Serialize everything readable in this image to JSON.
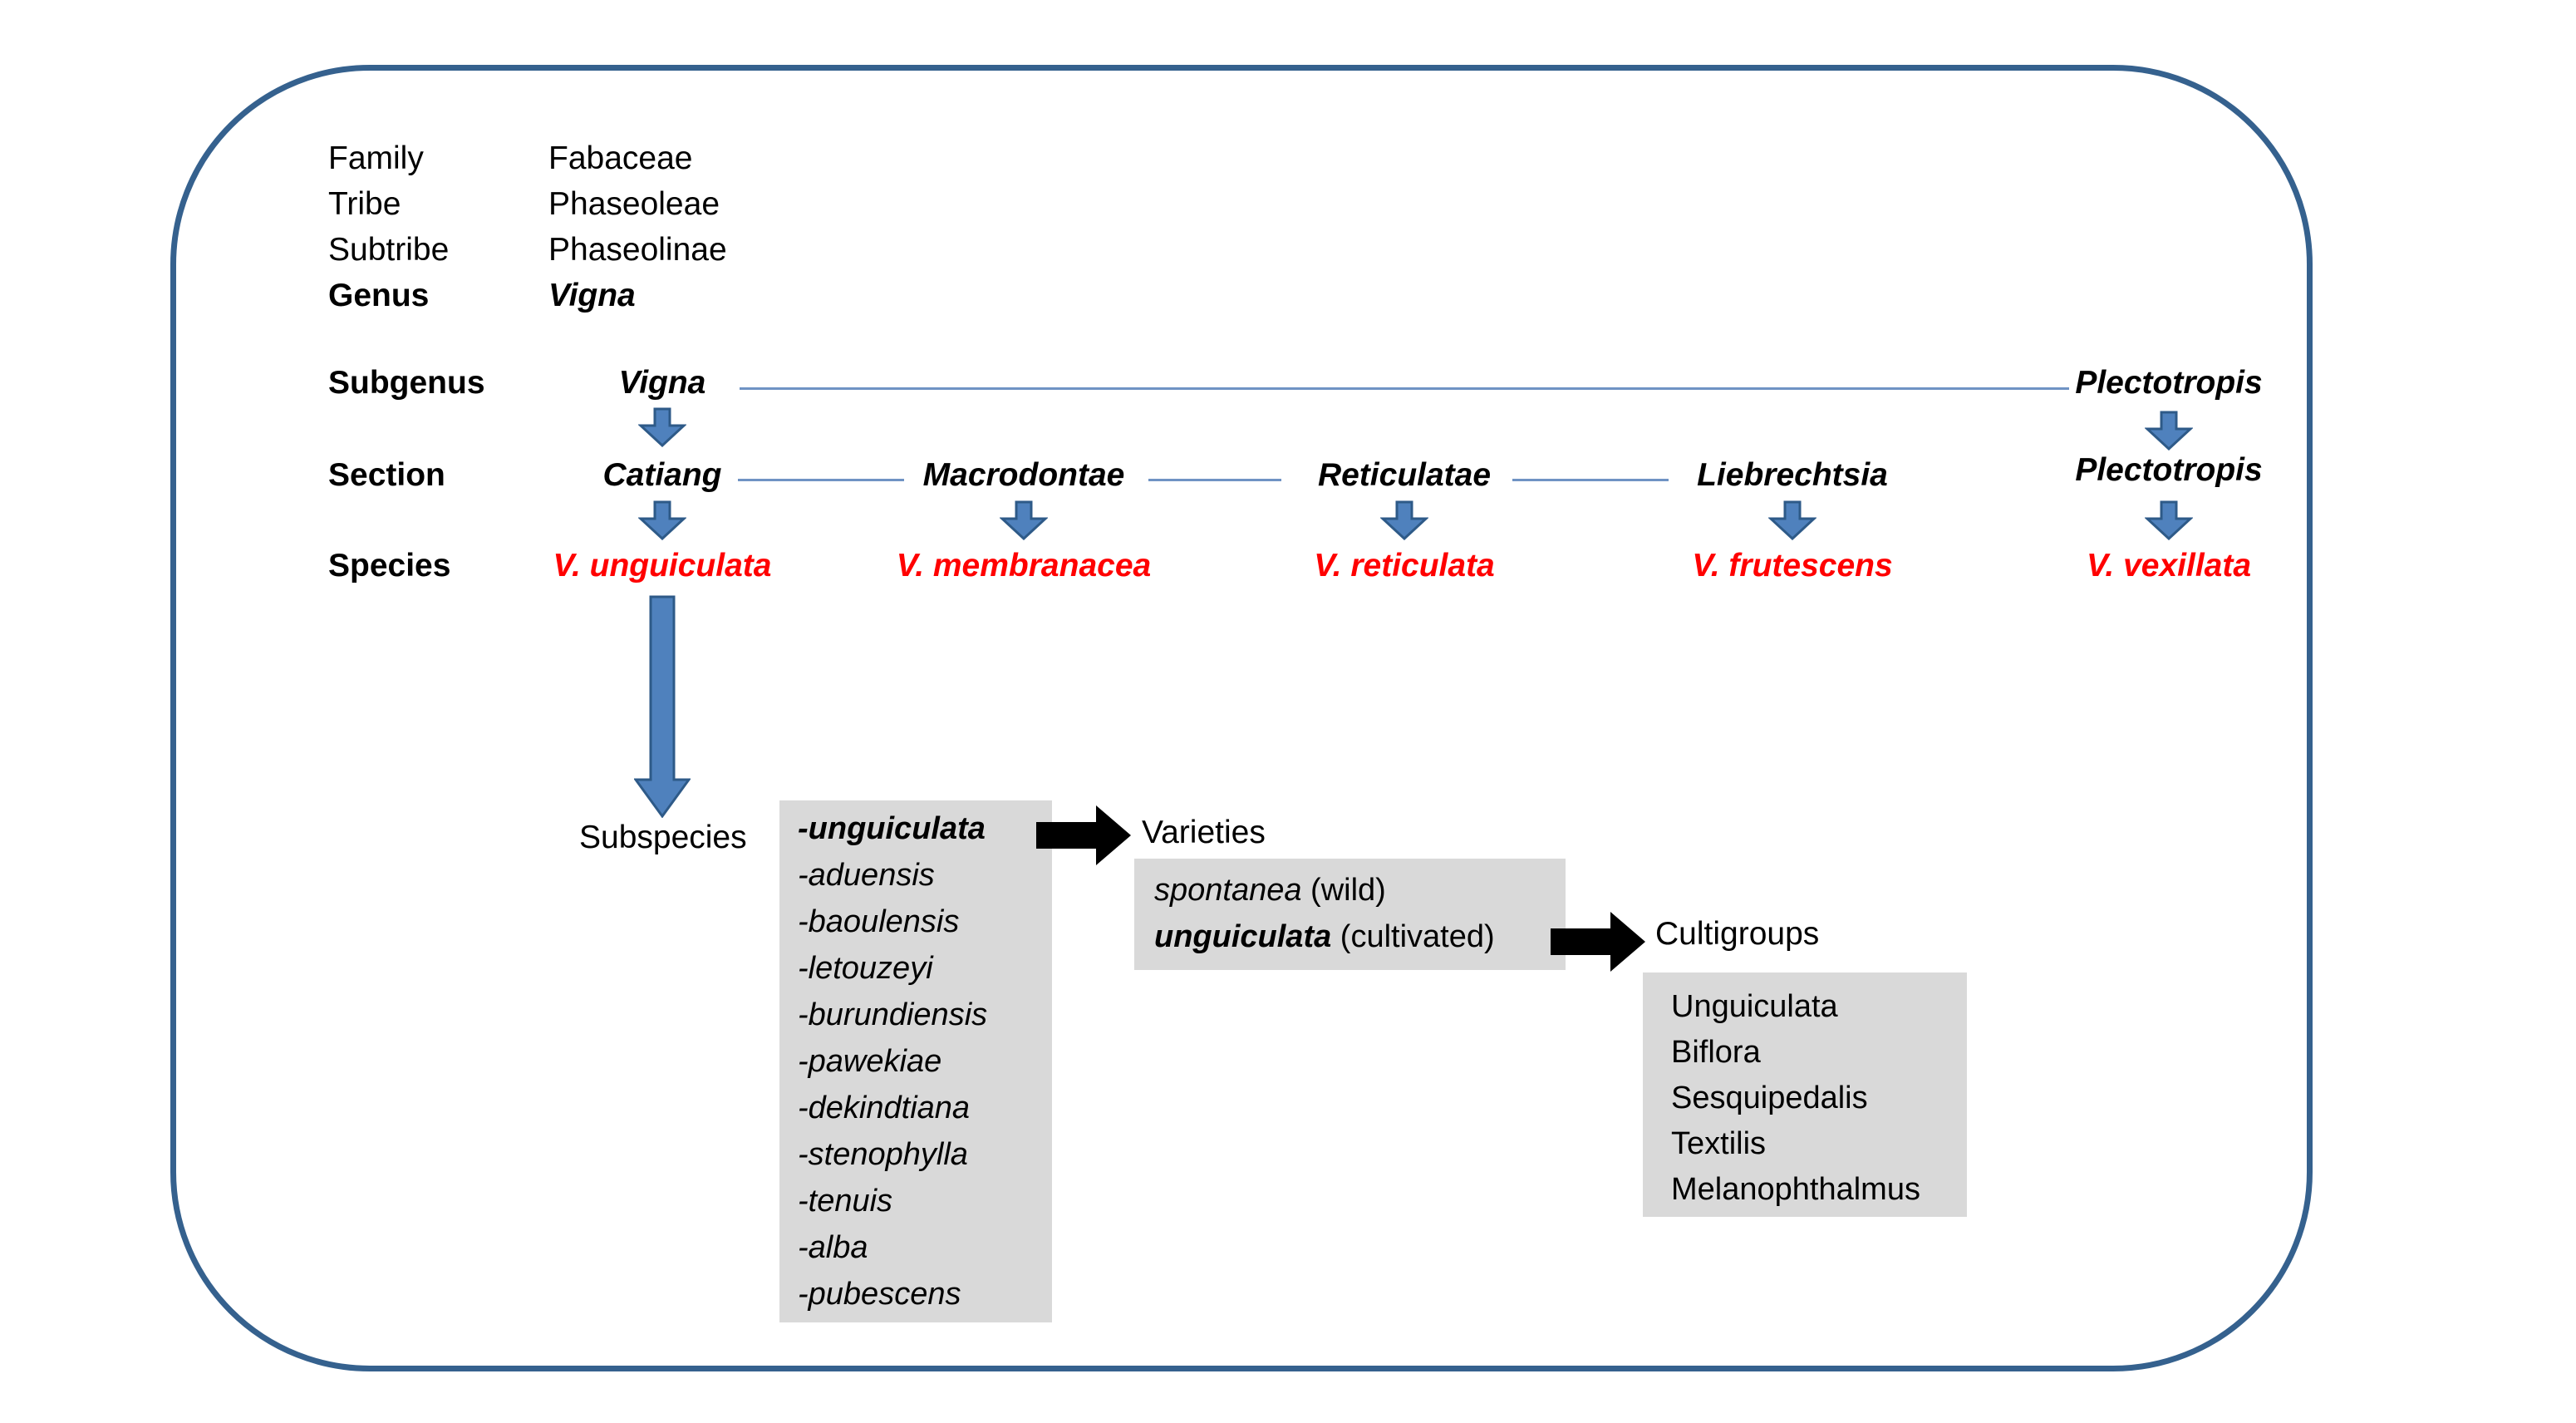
{
  "title": "Vigna taxonomy diagram",
  "colors": {
    "frame_border": "#35618E",
    "arrow_blue_fill": "#4F81BD",
    "arrow_blue_stroke": "#2E5A88",
    "connector_line_blue": "#6F93C4",
    "species_red": "#FF0000",
    "box_gray": "#D9D9D9",
    "flow_arrow_black": "#000000"
  },
  "classification": {
    "rows": [
      {
        "label": "Family",
        "value": "Fabaceae"
      },
      {
        "label": "Tribe",
        "value": "Phaseoleae"
      },
      {
        "label": "Subtribe",
        "value": "Phaseolinae"
      },
      {
        "label": "Genus",
        "value": "Vigna"
      }
    ]
  },
  "ranks": {
    "subgenus": "Subgenus",
    "section": "Section",
    "species": "Species"
  },
  "subgenus": {
    "left": "Vigna",
    "right": "Plectotropis"
  },
  "sections": [
    "Catiang",
    "Macrodontae",
    "Reticulatae",
    "Liebrechtsia",
    "Plectotropis"
  ],
  "species": [
    "V. unguiculata",
    "V. membranacea",
    "V. reticulata",
    "V. frutescens",
    "V. vexillata"
  ],
  "subspecies": {
    "label": "Subspecies",
    "items": [
      "-unguiculata",
      "-aduensis",
      "-baoulensis",
      "-letouzeyi",
      "-burundiensis",
      "-pawekiae",
      "-dekindtiana",
      "-stenophylla",
      "-tenuis",
      "-alba",
      "-pubescens"
    ]
  },
  "varieties": {
    "label": "Varieties",
    "items": [
      {
        "name": "spontanea",
        "qualifier": " (wild)"
      },
      {
        "name": "unguiculata",
        "qualifier": " (cultivated)"
      }
    ]
  },
  "cultigroups": {
    "label": "Cultigroups",
    "items": [
      "Unguiculata",
      "Biflora",
      "Sesquipedalis",
      "Textilis",
      "Melanophthalmus"
    ]
  }
}
